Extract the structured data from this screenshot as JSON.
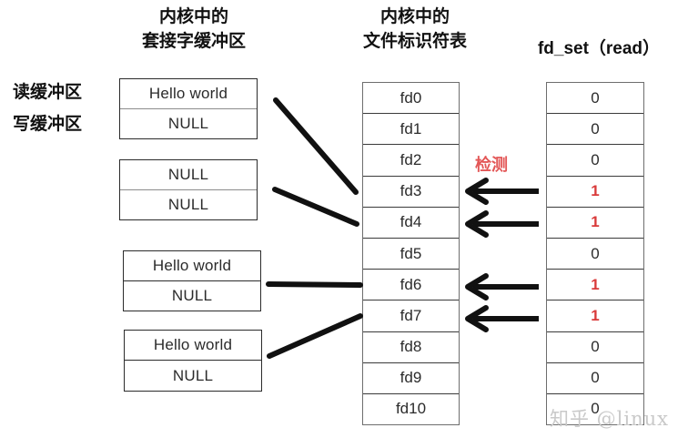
{
  "headings": {
    "socket_buffer": {
      "line1": "内核中的",
      "line2": "套接字缓冲区"
    },
    "fd_table": {
      "line1": "内核中的",
      "line2": "文件标识符表"
    },
    "fd_set": {
      "title": "fd_set（read）"
    }
  },
  "side_labels": {
    "read_buffer": "读缓冲区",
    "write_buffer": "写缓冲区"
  },
  "socket_buffers": [
    {
      "read": "Hello world",
      "write": "NULL"
    },
    {
      "read": "NULL",
      "write": "NULL"
    },
    {
      "read": "Hello world",
      "write": "NULL"
    },
    {
      "read": "Hello world",
      "write": "NULL"
    }
  ],
  "fd_table": {
    "rows": [
      "fd0",
      "fd1",
      "fd2",
      "fd3",
      "fd4",
      "fd5",
      "fd6",
      "fd7",
      "fd8",
      "fd9",
      "fd10"
    ]
  },
  "fd_set": {
    "rows": [
      "0",
      "0",
      "0",
      "1",
      "1",
      "0",
      "1",
      "1",
      "0",
      "0",
      "0"
    ],
    "active_indices": [
      3,
      4,
      6,
      7
    ]
  },
  "annotation": {
    "detect_label": "检测"
  },
  "watermark": {
    "text": "知乎 @linux"
  },
  "colors": {
    "active_red": "#d93a3a",
    "detect_red": "#e35757",
    "line_black": "#111111",
    "box_border": "#2b2b2b",
    "table_border": "#3a3a3a",
    "watermark_grey": "#c9c9c9"
  }
}
